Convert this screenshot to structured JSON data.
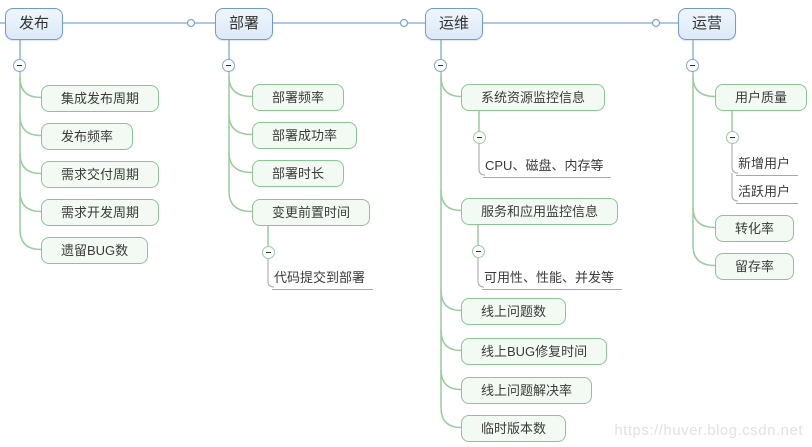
{
  "watermark": "https://huver.blog.csdn.net",
  "colors": {
    "top_border": "#6f9bd1",
    "top_fill": "#dce9f7",
    "top_line": "#7da7d8",
    "branch_line": "#9bcb9f",
    "child_border": "#8cc494",
    "child_fill": "#f3faf3",
    "leaf_line": "#a8a8a8",
    "text": "#3a3a3a"
  },
  "branches": [
    {
      "id": "release",
      "label": "发布",
      "children": [
        {
          "label": "集成发布周期"
        },
        {
          "label": "发布频率"
        },
        {
          "label": "需求交付周期"
        },
        {
          "label": "需求开发周期"
        },
        {
          "label": "遗留BUG数"
        }
      ]
    },
    {
      "id": "deploy",
      "label": "部署",
      "children": [
        {
          "label": "部署频率"
        },
        {
          "label": "部署成功率"
        },
        {
          "label": "部署时长"
        },
        {
          "label": "变更前置时间",
          "children": [
            {
              "label": "代码提交到部署"
            }
          ]
        }
      ]
    },
    {
      "id": "operations",
      "label": "运维",
      "children": [
        {
          "label": "系统资源监控信息",
          "children": [
            {
              "label": "CPU、磁盘、内存等"
            }
          ]
        },
        {
          "label": "服务和应用监控信息",
          "children": [
            {
              "label": "可用性、性能、并发等"
            }
          ]
        },
        {
          "label": "线上问题数"
        },
        {
          "label": "线上BUG修复时间"
        },
        {
          "label": "线上问题解决率"
        },
        {
          "label": "临时版本数"
        }
      ]
    },
    {
      "id": "business",
      "label": "运营",
      "children": [
        {
          "label": "用户质量",
          "children": [
            {
              "label": "新增用户"
            },
            {
              "label": "活跃用户"
            }
          ]
        },
        {
          "label": "转化率"
        },
        {
          "label": "留存率"
        }
      ]
    }
  ]
}
